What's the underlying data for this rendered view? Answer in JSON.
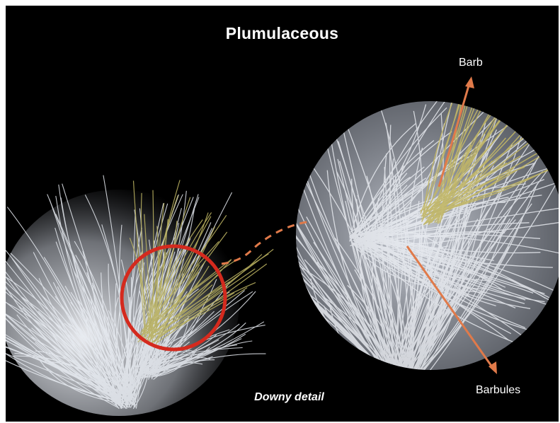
{
  "title": "Plumulaceous",
  "labels": {
    "barb": "Barb",
    "barbules": "Barbules"
  },
  "caption": "Downy detail",
  "colors": {
    "background": "#000000",
    "feather_white": "#e8ecf2",
    "feather_gold": "#b8b060",
    "highlight_circle": "#d42a1e",
    "pointer_arrow": "#e07a4a",
    "text": "#ffffff"
  }
}
